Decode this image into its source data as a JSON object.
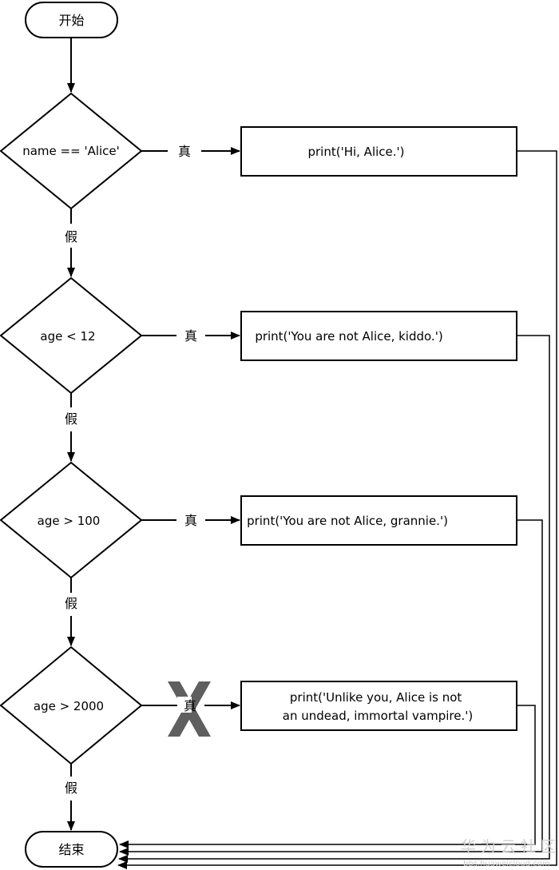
{
  "terminals": {
    "start": "开始",
    "end": "结束"
  },
  "conditions": [
    "name == 'Alice'",
    "age < 12",
    "age > 100",
    "age > 2000"
  ],
  "actions": [
    [
      "print('Hi, Alice.')"
    ],
    [
      "print('You are not Alice, kiddo.')"
    ],
    [
      "print('You are not Alice, grannie.')"
    ],
    [
      "print('Unlike you, Alice is not",
      "an undead, immortal vampire.')"
    ]
  ],
  "branch_labels": {
    "true": "真",
    "false": "假"
  },
  "watermark": {
    "brand": "华为云社区",
    "url": "bbs.huaweicloud.com"
  }
}
